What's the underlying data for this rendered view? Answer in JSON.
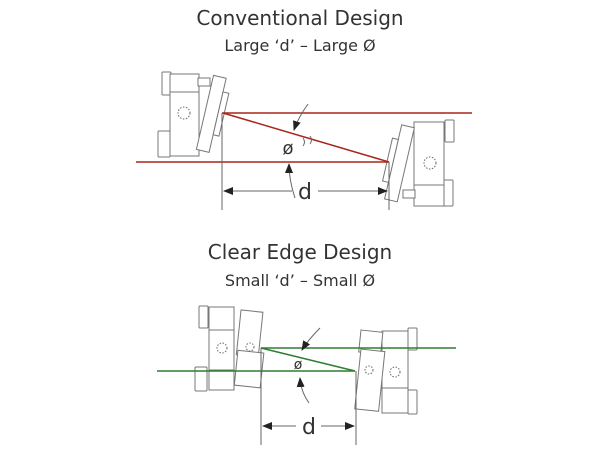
{
  "conventional": {
    "title": "Conventional Design",
    "subtitle": "Large ‘d’ – Large Ø",
    "angle_label": "ø",
    "distance_label": "d",
    "beam_color": "#a8261c"
  },
  "clear_edge": {
    "title": "Clear Edge Design",
    "subtitle": "Small ‘d’ – Small Ø",
    "angle_label": "ø",
    "distance_label": "d",
    "beam_color": "#2e7d32"
  }
}
